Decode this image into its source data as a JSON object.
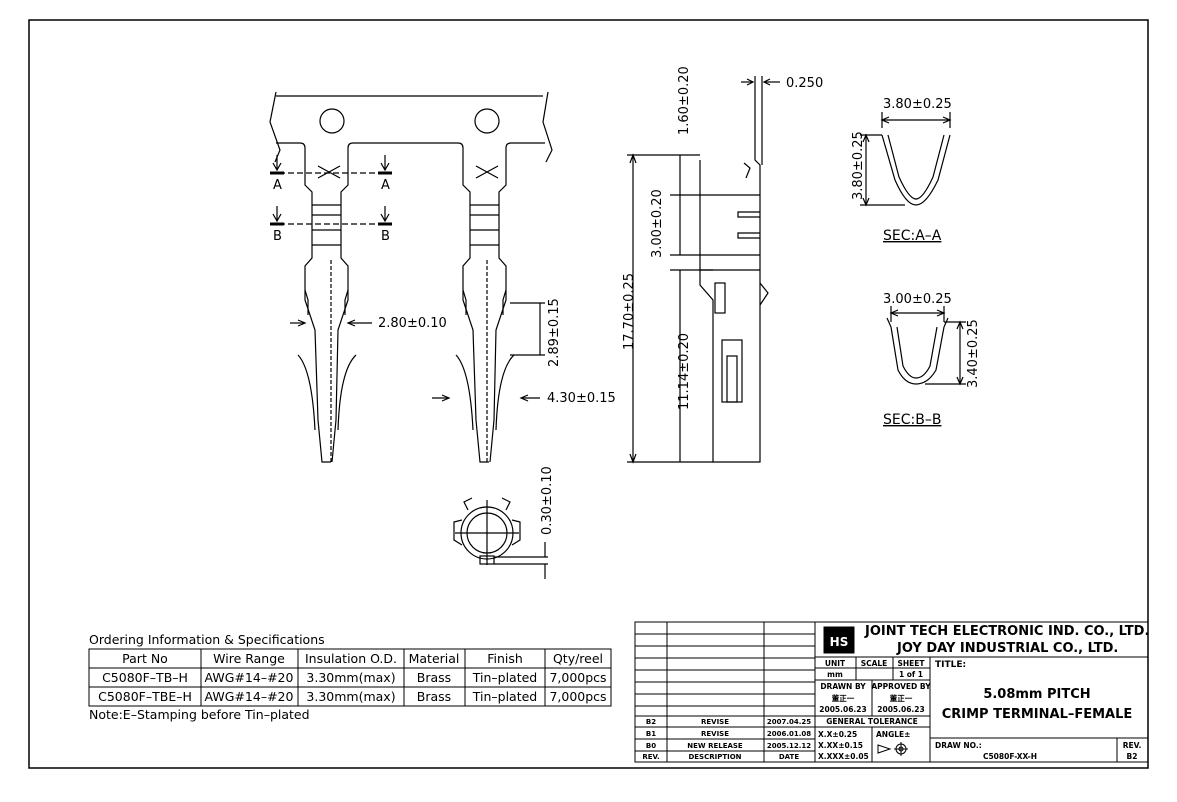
{
  "dimensions": {
    "d_0250": "0.250",
    "d_160": "1.60±0.20",
    "d_300v": "3.00±0.20",
    "d_1770": "17.70±0.25",
    "d_1114": "11.14±0.20",
    "d_280": "2.80±0.10",
    "d_289": "2.89±0.15",
    "d_430": "4.30±0.15",
    "d_030": "0.30±0.10",
    "secA_w": "3.80±0.25",
    "secA_h": "3.80±0.25",
    "secB_w": "3.00±0.25",
    "secB_h": "3.40±0.25",
    "secA_label": "SEC:A–A",
    "secB_label": "SEC:B–B",
    "mark_a": "A",
    "mark_b": "B"
  },
  "ordering": {
    "heading": "Ordering Information & Specifications",
    "columns": [
      "Part No",
      "Wire Range",
      "Insulation O.D.",
      "Material",
      "Finish",
      "Qty/reel"
    ],
    "rows": [
      [
        "C5080F–TB–H",
        "AWG#14–#20",
        "3.30mm(max)",
        "Brass",
        "Tin–plated",
        "7,000pcs"
      ],
      [
        "C5080F–TBE–H",
        "AWG#14–#20",
        "3.30mm(max)",
        "Brass",
        "Tin–plated",
        "7,000pcs"
      ]
    ],
    "note": "Note:E–Stamping before Tin–plated"
  },
  "title_block": {
    "company1": "JOINT TECH ELECTRONIC IND. CO., LTD.",
    "company2": "JOY DAY INDUSTRIAL CO., LTD.",
    "unit_label": "UNIT",
    "unit_value": "mm",
    "scale_label": "SCALE",
    "sheet_label": "SHEET",
    "sheet_value": "1 of 1",
    "title_label": "TITLE:",
    "title_line1": "5.08mm PITCH",
    "title_line2": "CRIMP TERMINAL–FEMALE",
    "drawn_by_label": "DRAWN BY",
    "drawn_by_name": "董正一",
    "drawn_by_date": "2005.06.23",
    "approved_by_label": "APPROVED BY",
    "approved_by_name": "董正一",
    "approved_by_date": "2005.06.23",
    "general_tolerance": "GENERAL TOLERANCE",
    "tol1": "X.X±0.25",
    "tol2": "X.XX±0.15",
    "tol3": "X.XXX±0.05",
    "angle_label": "ANGLE±",
    "draw_no_label": "DRAW NO.:",
    "draw_no_value": "C5080F-XX-H",
    "rev_label": "REV.",
    "rev_value": "B2",
    "revisions": [
      {
        "rev": "B2",
        "desc": "REVISE",
        "date": "2007.04.25"
      },
      {
        "rev": "B1",
        "desc": "REVISE",
        "date": "2006.01.08"
      },
      {
        "rev": "B0",
        "desc": "NEW RELEASE",
        "date": "2005.12.12"
      }
    ],
    "rev_header": "REV.",
    "desc_header": "DESCRIPTION",
    "date_header": "DATE"
  }
}
